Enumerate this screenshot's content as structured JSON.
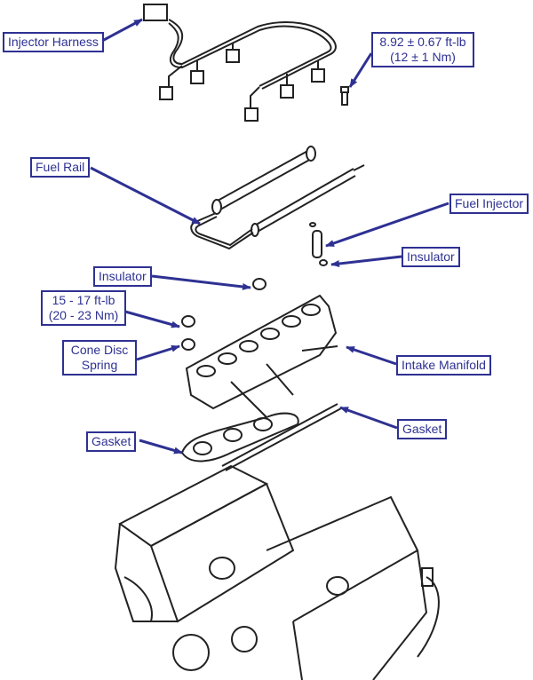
{
  "diagram": {
    "title": "Intake manifold / fuel injection exploded view",
    "accent_color": "#2e3192",
    "line_color": "#222222",
    "labels": {
      "injector_harness": [
        "Injector Harness"
      ],
      "harness_bolt_torque": [
        "8.92 ± 0.67 ft-lb",
        "(12 ± 1 Nm)"
      ],
      "fuel_rail": [
        "Fuel Rail"
      ],
      "fuel_injector": [
        "Fuel Injector"
      ],
      "insulator_right": [
        "Insulator"
      ],
      "insulator_left": [
        "Insulator"
      ],
      "nut_torque": [
        "15 - 17 ft-lb",
        "(20 - 23 Nm)"
      ],
      "cone_disc_spring": [
        "Cone Disc",
        "Spring"
      ],
      "intake_manifold": [
        "Intake Manifold"
      ],
      "gasket_right": [
        "Gasket"
      ],
      "gasket_left": [
        "Gasket"
      ]
    }
  }
}
